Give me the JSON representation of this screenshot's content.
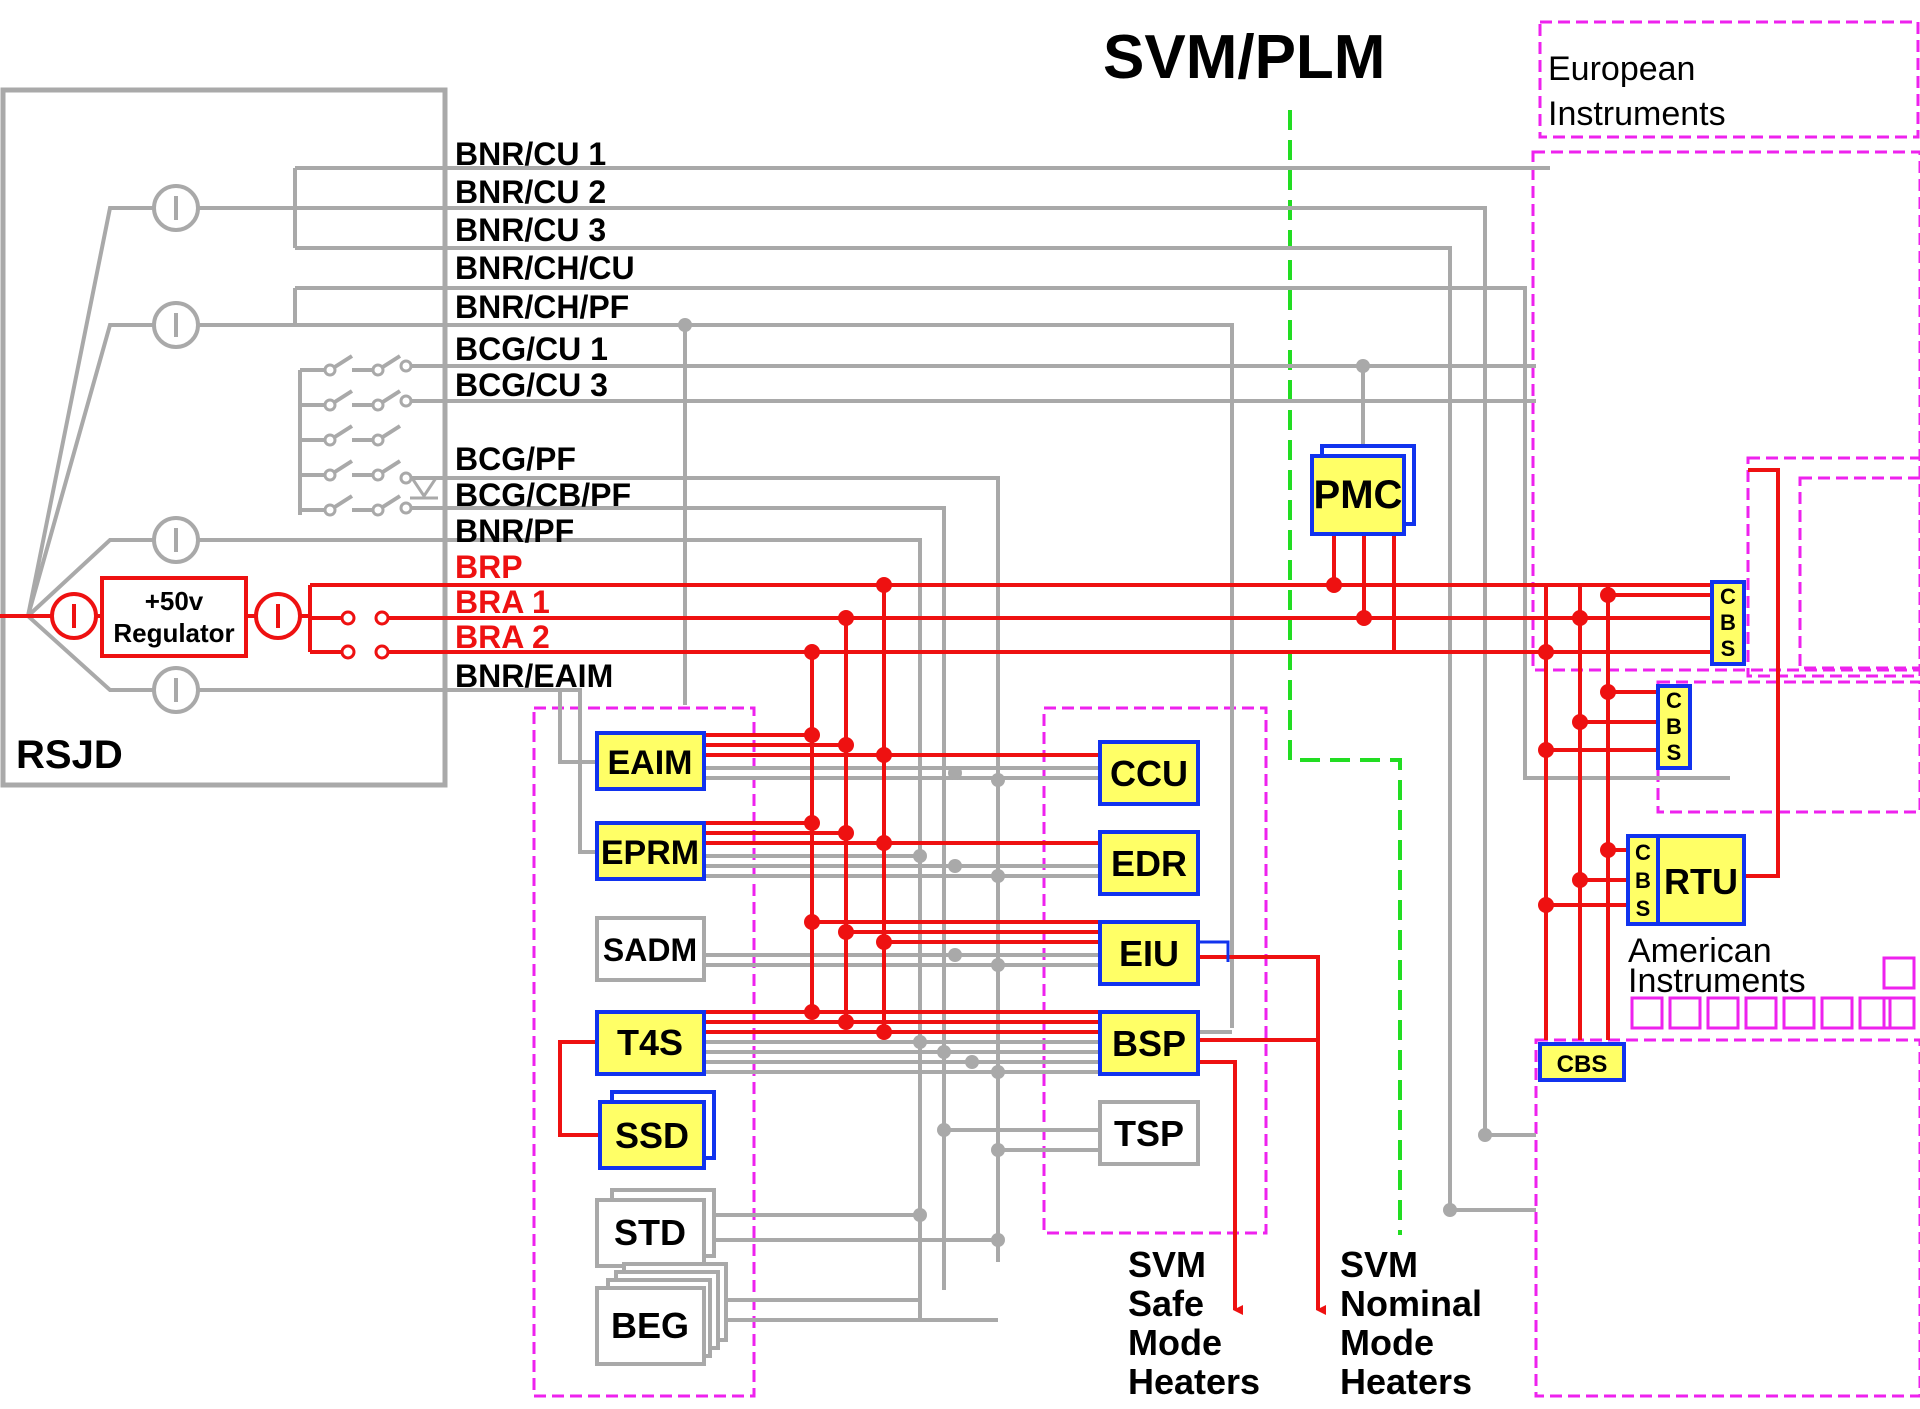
{
  "title": "SVM/PLM",
  "colors": {
    "power": "#ee1111",
    "signal": "#a9a9a9",
    "zone": "#ee22ee",
    "unit_fill": "#ffff66",
    "unit_border": "#1133ee",
    "divider": "#22dd22"
  },
  "rsjd": {
    "label": "RSJD",
    "regulator_line1": "+50v",
    "regulator_line2": "Regulator"
  },
  "buses": {
    "bnr_cu1": "BNR/CU 1",
    "bnr_cu2": "BNR/CU 2",
    "bnr_cu3": "BNR/CU 3",
    "bnr_ch_cu": "BNR/CH/CU",
    "bnr_ch_pf": "BNR/CH/PF",
    "bcg_cu1": "BCG/CU 1",
    "bcg_cu3": "BCG/CU 3",
    "bcg_pf": "BCG/PF",
    "bcg_cb_pf": "BCG/CB/PF",
    "bnr_pf": "BNR/PF",
    "brp": "BRP",
    "bra1": "BRA 1",
    "bra2": "BRA 2",
    "bnr_eaim": "BNR/EAIM"
  },
  "units": {
    "pmc": "PMC",
    "eaim": "EAIM",
    "eprm": "EPRM",
    "sadm": "SADM",
    "t4s": "T4S",
    "ssd": "SSD",
    "std": "STD",
    "beg": "BEG",
    "ccu": "CCU",
    "edr": "EDR",
    "eiu": "EIU",
    "bsp": "BSP",
    "tsp": "TSP",
    "rtu": "RTU",
    "cbs": "CBS",
    "cbs_letters": [
      "C",
      "B",
      "S"
    ]
  },
  "instruments": {
    "european_1": "European",
    "european_2": "Instruments",
    "american_1": "American",
    "american_2": "Instruments"
  },
  "heaters": {
    "safe": [
      "SVM",
      "Safe",
      "Mode",
      "Heaters"
    ],
    "nominal": [
      "SVM",
      "Nominal",
      "Mode",
      "Heaters"
    ]
  }
}
